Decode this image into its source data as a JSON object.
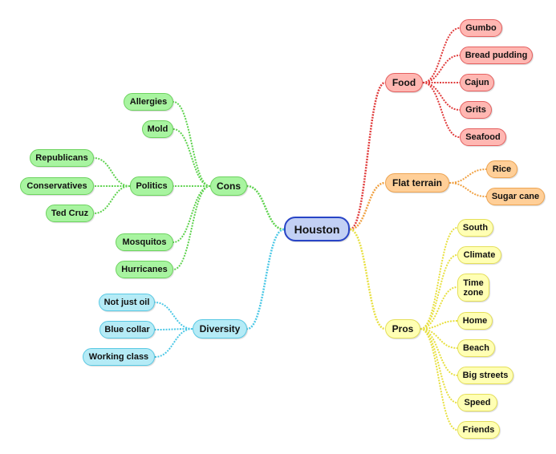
{
  "root": {
    "label": "Houston"
  },
  "branches": {
    "food": {
      "label": "Food",
      "color": "#e03b3b",
      "children": [
        "Gumbo",
        "Bread pudding",
        "Cajun",
        "Grits",
        "Seafood"
      ]
    },
    "flat_terrain": {
      "label": "Flat terrain",
      "color": "#f0a040",
      "children": [
        "Rice",
        "Sugar cane"
      ]
    },
    "pros": {
      "label": "Pros",
      "color": "#e8e040",
      "children": [
        "South",
        "Climate",
        "Time zone",
        "Home",
        "Beach",
        "Big streets",
        "Speed",
        "Friends"
      ]
    },
    "cons": {
      "label": "Cons",
      "color": "#5ed24e",
      "children": [
        "Allergies",
        "Mold",
        "Politics",
        "Mosquitos",
        "Hurricanes"
      ],
      "politics": {
        "label": "Politics",
        "children": [
          "Republicans",
          "Conservatives",
          "Ted Cruz"
        ]
      }
    },
    "diversity": {
      "label": "Diversity",
      "color": "#4cc8e6",
      "children": [
        "Not just oil",
        "Blue collar",
        "Working class"
      ]
    }
  }
}
